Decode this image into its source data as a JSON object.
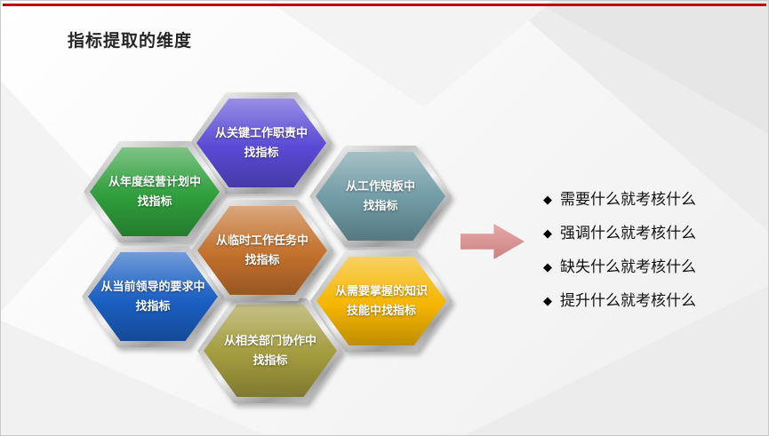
{
  "slide": {
    "title": "指标提取的维度",
    "accent_color": "#c00000"
  },
  "hexagons": [
    {
      "name": "key-job-duties",
      "line1": "从关键工作职责中",
      "line2": "找指标",
      "color": "#5a4ad5"
    },
    {
      "name": "annual-business-plan",
      "line1": "从年度经营计划中",
      "line2": "找指标",
      "color": "#2f9e3c"
    },
    {
      "name": "work-shortcomings",
      "line1": "从工作短板中",
      "line2": "找指标",
      "color": "#6f9aa4"
    },
    {
      "name": "temporary-work-tasks",
      "line1": "从临时工作任务中",
      "line2": "找指标",
      "color": "#c2702c"
    },
    {
      "name": "current-leader-requirements",
      "line1": "从当前领导的要求中",
      "line2": "找指标",
      "color": "#1b5fc2"
    },
    {
      "name": "required-knowledge-skills",
      "line1": "从需要掌握的知识",
      "line2": "技能中找指标",
      "color": "#f5b501"
    },
    {
      "name": "related-dept-collaboration",
      "line1": "从相关部门协作中",
      "line2": "找指标",
      "color": "#a39b3e"
    }
  ],
  "arrow": {
    "color": "#dd8c8c"
  },
  "bullets": {
    "marker": "◆",
    "items": [
      {
        "text": "需要什么就考核什么"
      },
      {
        "text": "强调什么就考核什么"
      },
      {
        "text": "缺失什么就考核什么"
      },
      {
        "text": "提升什么就考核什么"
      }
    ]
  }
}
